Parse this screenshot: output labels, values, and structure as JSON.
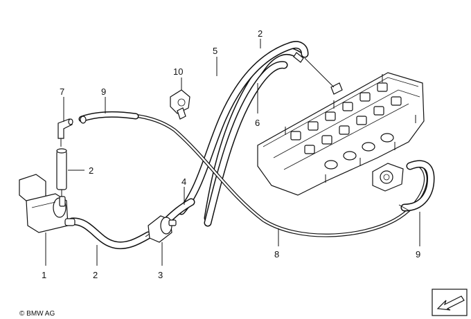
{
  "labels": {
    "p1": "1",
    "p2_top": "2",
    "p2_mid": "2",
    "p2_bottom": "2",
    "p3": "3",
    "p4": "4",
    "p5": "5",
    "p6": "6",
    "p7": "7",
    "p8": "8",
    "p9_left": "9",
    "p9_right": "9",
    "p10": "10"
  },
  "copyright": "© BMW AG",
  "colors": {
    "line": "#111111",
    "background": "#ffffff"
  },
  "icons": [
    "direction-arrow-icon"
  ]
}
